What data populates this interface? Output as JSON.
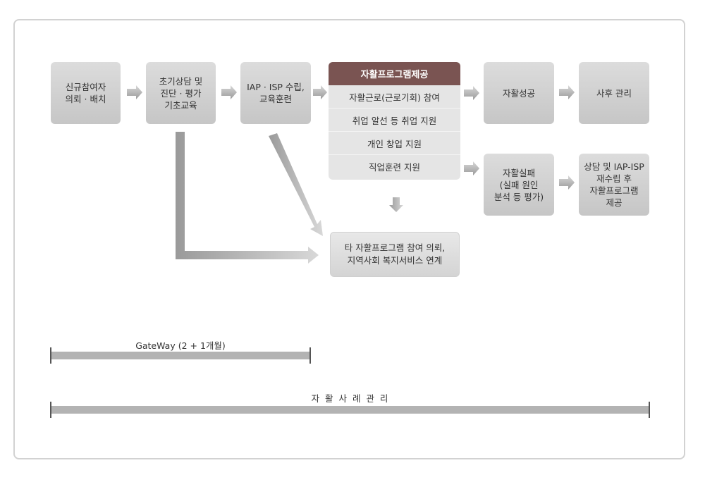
{
  "boxes": {
    "participant": "신규참여자\n의뢰 · 배치",
    "initial": "초기상담 및\n진단 · 평가\n기초교육",
    "iap": "IAP · ISP 수립,\n교육훈련",
    "success": "자활성공",
    "followup": "사후 관리",
    "failure": "자활실패\n(실패 원인\n분석 등 평가)",
    "recounsel": "상담 및 IAP-ISP\n재수립 후\n자활프로그램\n제공",
    "referral": "타 자활프로그램 참여 의뢰,\n지역사회 복지서비스 연계"
  },
  "program": {
    "title": "자활프로그램제공",
    "items": [
      "자활근로(근로기회) 참여",
      "취업 알선 등 취업 지원",
      "개인 창업 지원",
      "직업훈련 지원"
    ]
  },
  "timeline": {
    "gateway": "GateWay (2 + 1개월)",
    "case_management": "자 활 사 례 관 리"
  },
  "colors": {
    "header_bg": "#7a5452",
    "box_bg": "#d0d0d0",
    "arrow": "#b0b0b0",
    "bar": "#b3b3b3"
  }
}
